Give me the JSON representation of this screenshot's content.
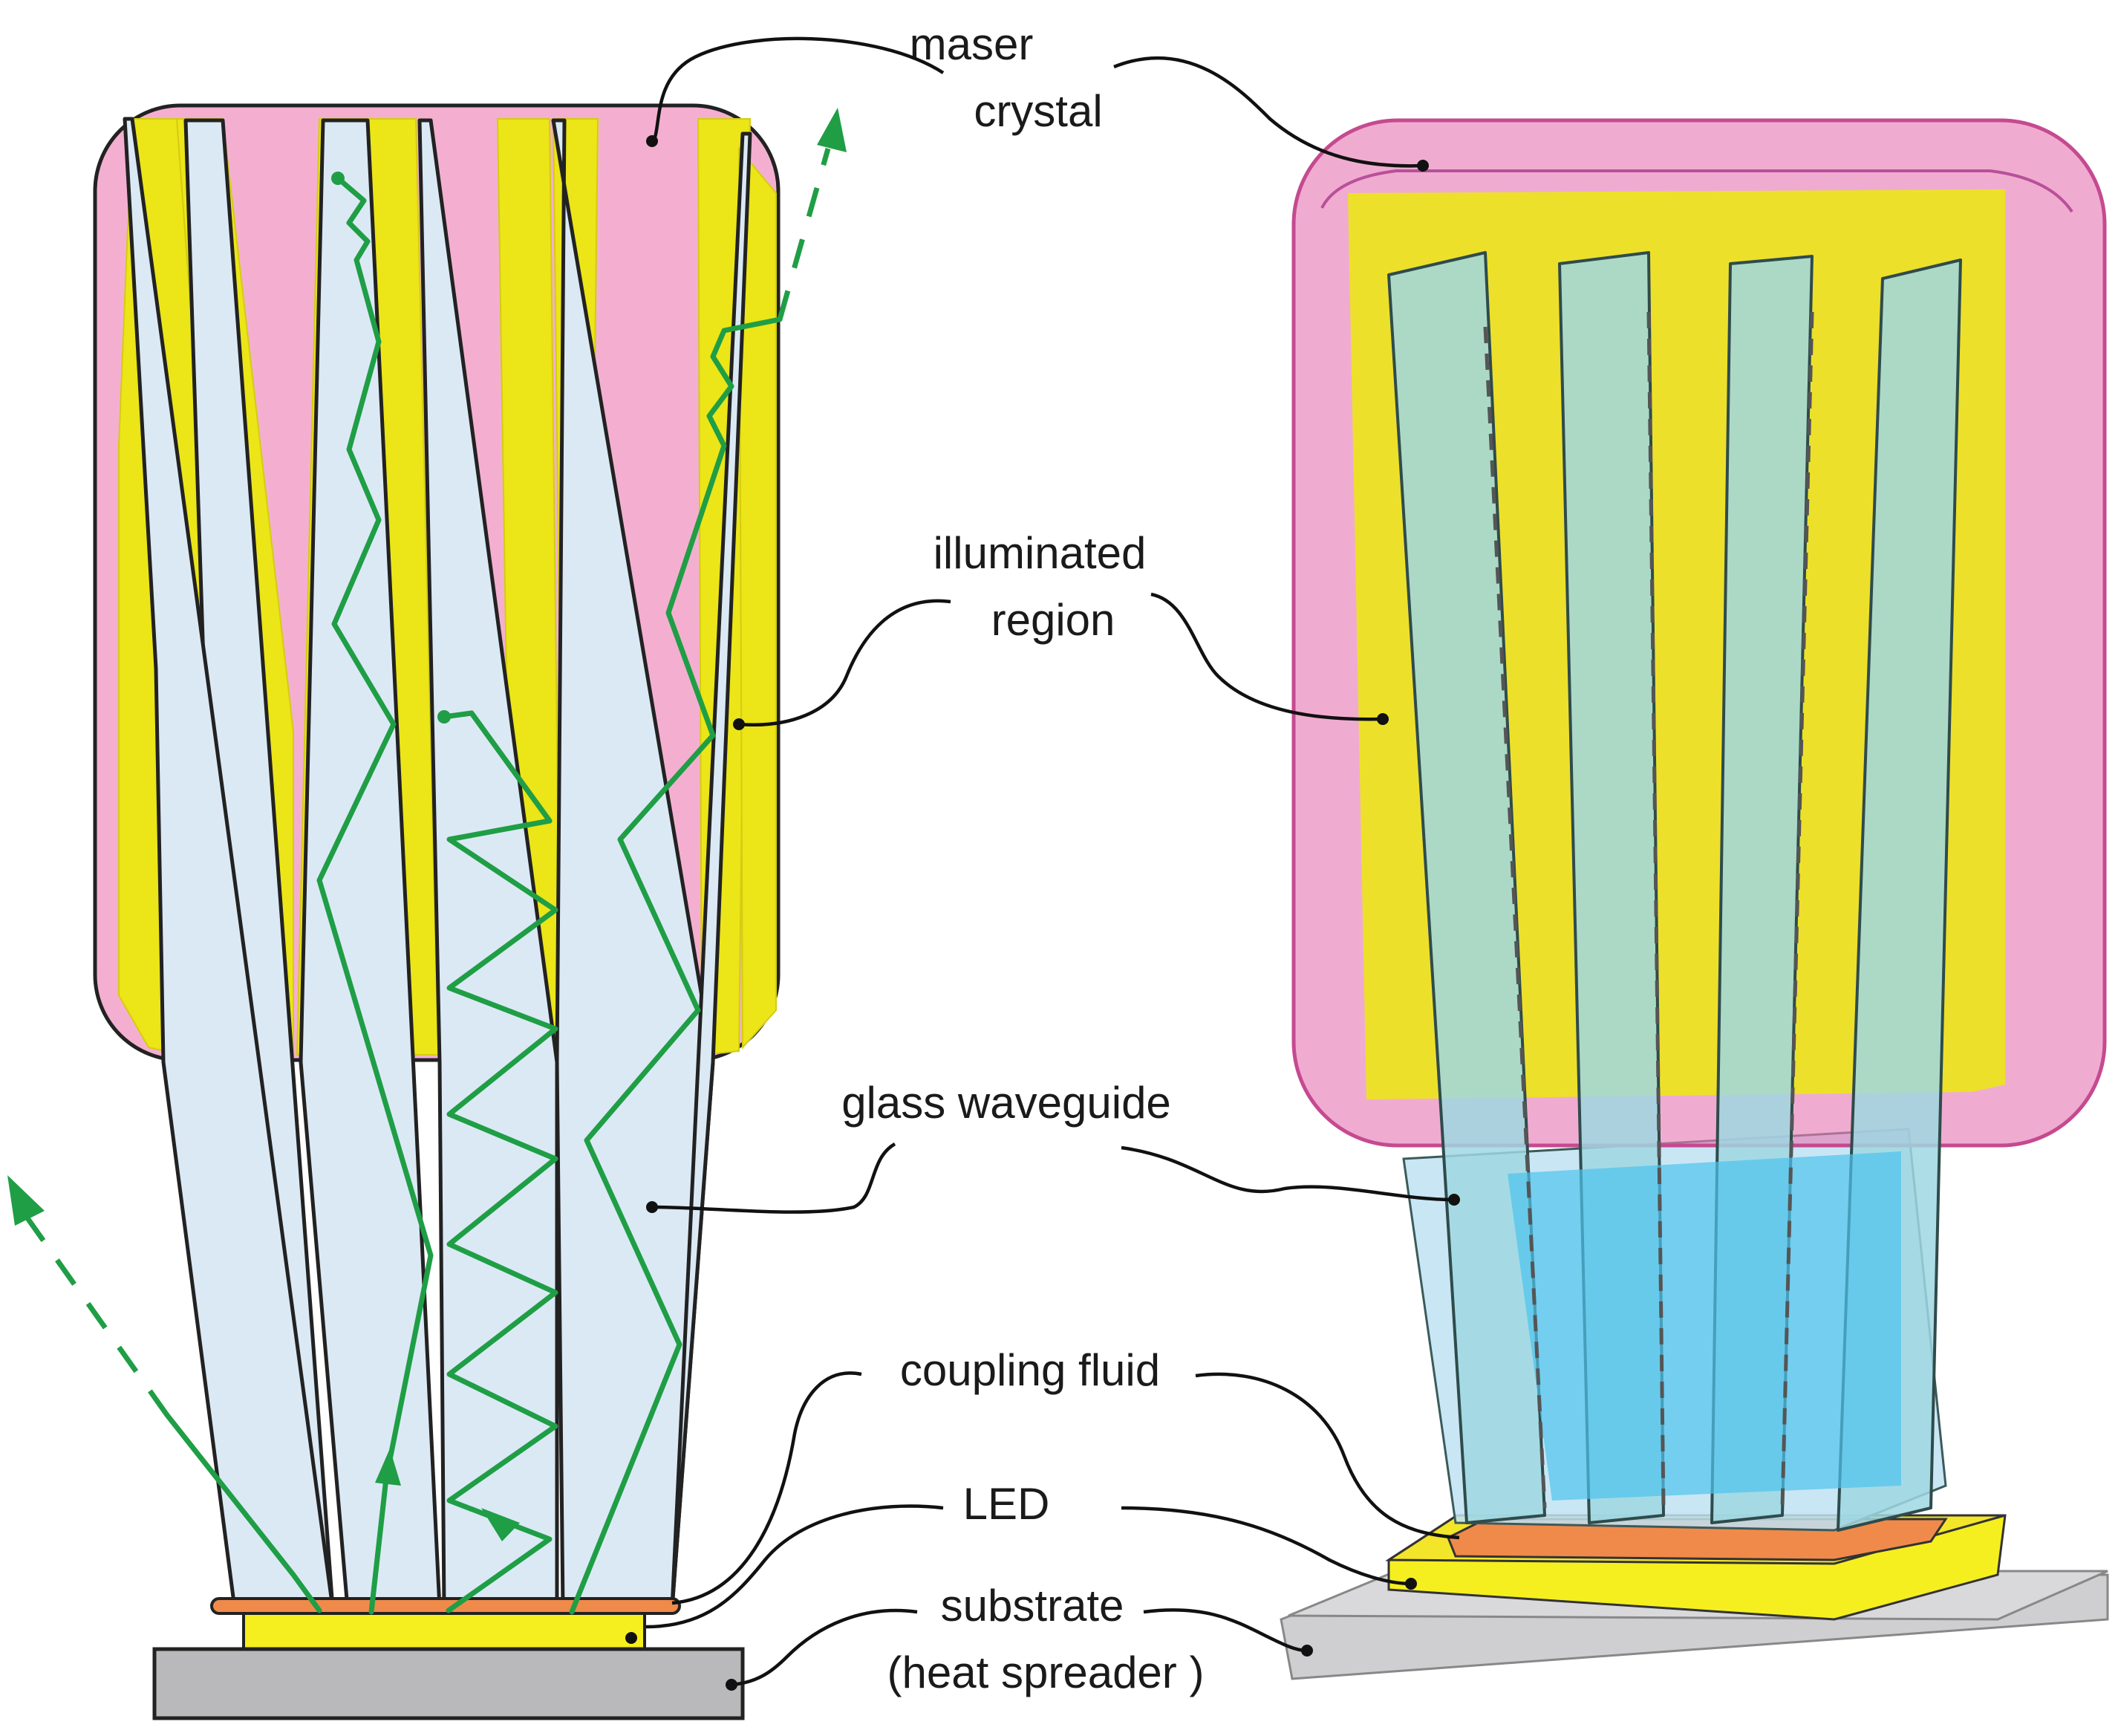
{
  "labels": {
    "maser_crystal_line1": "maser",
    "maser_crystal_line2": "crystal",
    "illuminated_region_line1": "illuminated",
    "illuminated_region_line2": "region",
    "glass_waveguide": "glass waveguide",
    "coupling_fluid": "coupling fluid",
    "led": "LED",
    "substrate_line1": "substrate",
    "substrate_line2": "(heat spreader )"
  },
  "colors": {
    "maser_crystal": "#f4afd0",
    "illuminated_region": "#ece518",
    "glass_waveguide": "#dbe9f5",
    "glass_waveguide_3d": "#4ec3ec",
    "coupling_fluid": "#f08a4a",
    "led": "#f6ef1f",
    "substrate": "#b9b9bb",
    "light_ray": "#1f9e45",
    "outline": "#222222"
  }
}
